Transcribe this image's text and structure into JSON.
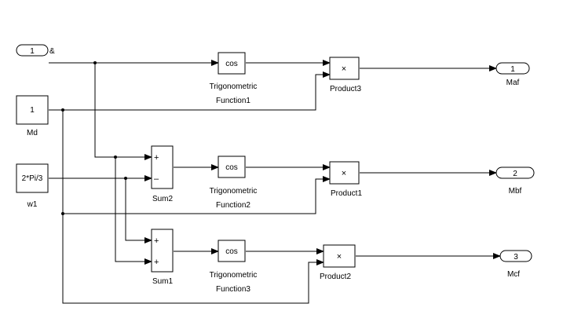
{
  "diagram": {
    "inport": {
      "number": "1",
      "signal_label": "&"
    },
    "constants": {
      "md": {
        "value": "1",
        "name": "Md"
      },
      "w1": {
        "value": "2*Pi/3",
        "name": "w1"
      }
    },
    "sums": {
      "sum1": {
        "name": "Sum1",
        "signs": [
          "+",
          "+"
        ]
      },
      "sum2": {
        "name": "Sum2",
        "signs": [
          "+",
          "–"
        ]
      }
    },
    "trig": {
      "t1": {
        "func": "cos",
        "name_line1": "Trigonometric",
        "name_line2": "Function1"
      },
      "t2": {
        "func": "cos",
        "name_line1": "Trigonometric",
        "name_line2": "Function2"
      },
      "t3": {
        "func": "cos",
        "name_line1": "Trigonometric",
        "name_line2": "Function3"
      }
    },
    "products": {
      "p1": {
        "symbol": "×",
        "name": "Product1"
      },
      "p2": {
        "symbol": "×",
        "name": "Product2"
      },
      "p3": {
        "symbol": "×",
        "name": "Product3"
      }
    },
    "outports": {
      "maf": {
        "number": "1",
        "name": "Maf"
      },
      "mbf": {
        "number": "2",
        "name": "Mbf"
      },
      "mcf": {
        "number": "3",
        "name": "Mcf"
      }
    }
  }
}
